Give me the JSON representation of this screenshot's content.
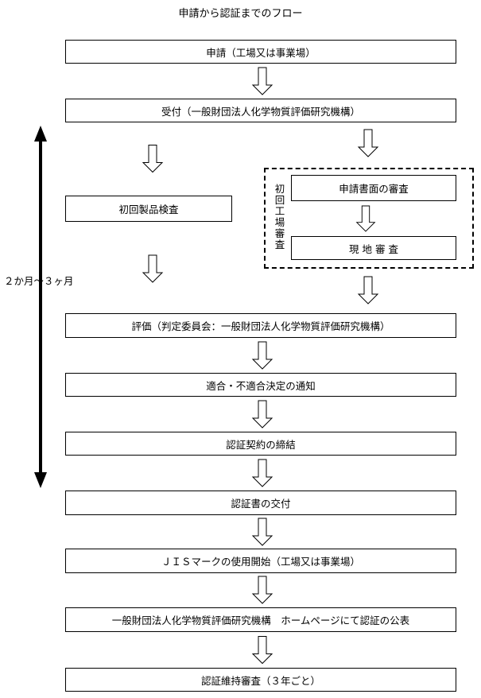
{
  "title": "申請から認証までのフロー",
  "steps": {
    "apply": "申請（工場又は事業場）",
    "receive": "受付（一般財団法人化学物質評価研究機構）",
    "initial_inspection": "初回製品検査",
    "document_review": "申請書面の審査",
    "onsite_audit": "現 地 審 査",
    "factory_audit_chars": [
      "初",
      "回",
      "工",
      "場",
      "審",
      "査"
    ],
    "evaluation": "評価（判定委員会：一般財団法人化学物質評価研究機構）",
    "notification": "適合・不適合決定の通知",
    "contract": "認証契約の締結",
    "certificate": "認証書の交付",
    "jis_mark": "ＪＩＳマークの使用開始（工場又は事業場）",
    "publication": "一般財団法人化学物質評価研究機構　ホームページにて認証の公表",
    "maintenance": "認証維持審査（３年ごと）"
  },
  "duration_label": "２か月〜３ヶ月"
}
